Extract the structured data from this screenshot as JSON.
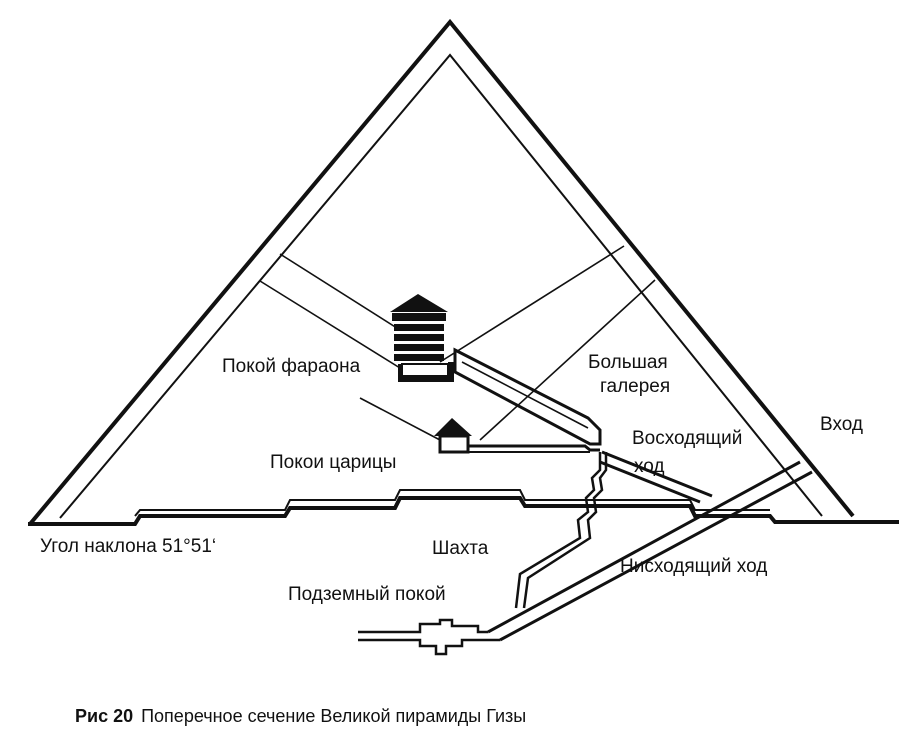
{
  "labels": {
    "pharaoh": "Покой фараона",
    "gallery_line1": "Большая",
    "gallery_line2": "галерея",
    "entrance": "Вход",
    "ascending_line1": "Восходящий",
    "ascending_line2": "ход",
    "queen": "Покои царицы",
    "angle": "Угол наклона 51°51‘",
    "shaft": "Шахта",
    "descending": "Нисходящий ход",
    "subterranean": "Подземный покой"
  },
  "caption": {
    "number": "Рис  20",
    "text": "Поперечное сечение Великой пирамиды Гизы"
  }
}
